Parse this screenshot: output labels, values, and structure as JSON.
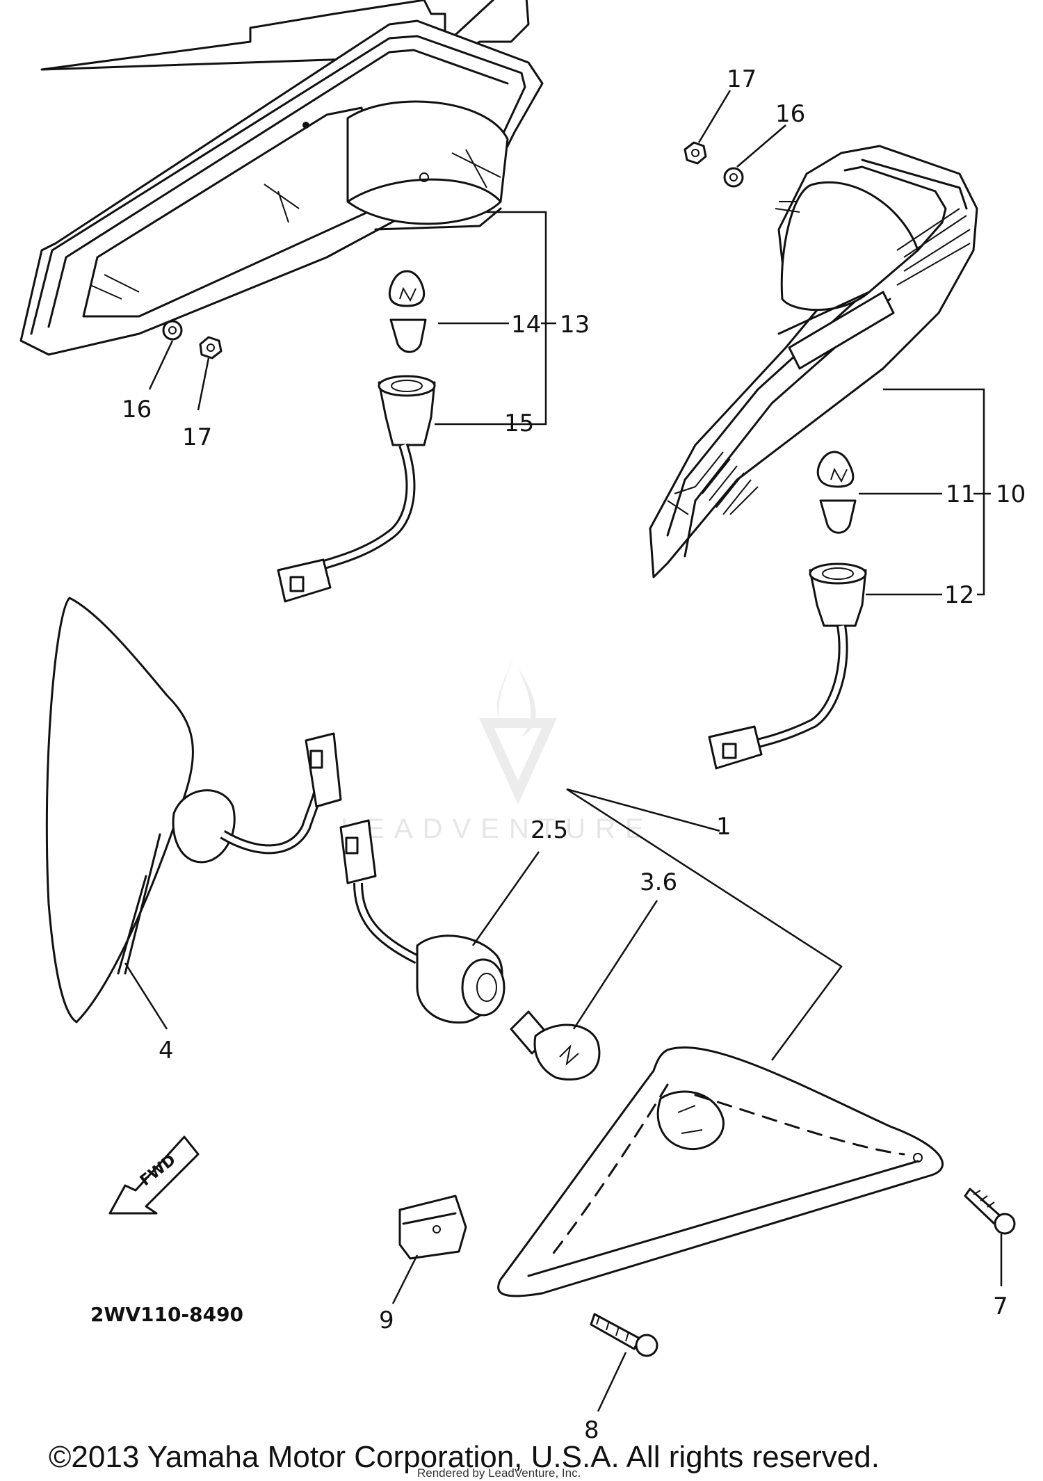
{
  "callouts": {
    "c1": "1",
    "c2_5": "2.5",
    "c3_6": "3.6",
    "c4": "4",
    "c7": "7",
    "c8": "8",
    "c9": "9",
    "c10": "10",
    "c11": "11",
    "c12": "12",
    "c13": "13",
    "c14": "14",
    "c15": "15",
    "c16_left": "16",
    "c17_left": "17",
    "c16_right": "16",
    "c17_right": "17"
  },
  "diagram_code": "2WV110-8490",
  "fwd_label": "FWD",
  "watermark": "LEADVENTURE",
  "copyright": "©2013 Yamaha Motor Corporation, U.S.A. All rights reserved.",
  "rendered_by": "Rendered by LeadVenture, Inc."
}
